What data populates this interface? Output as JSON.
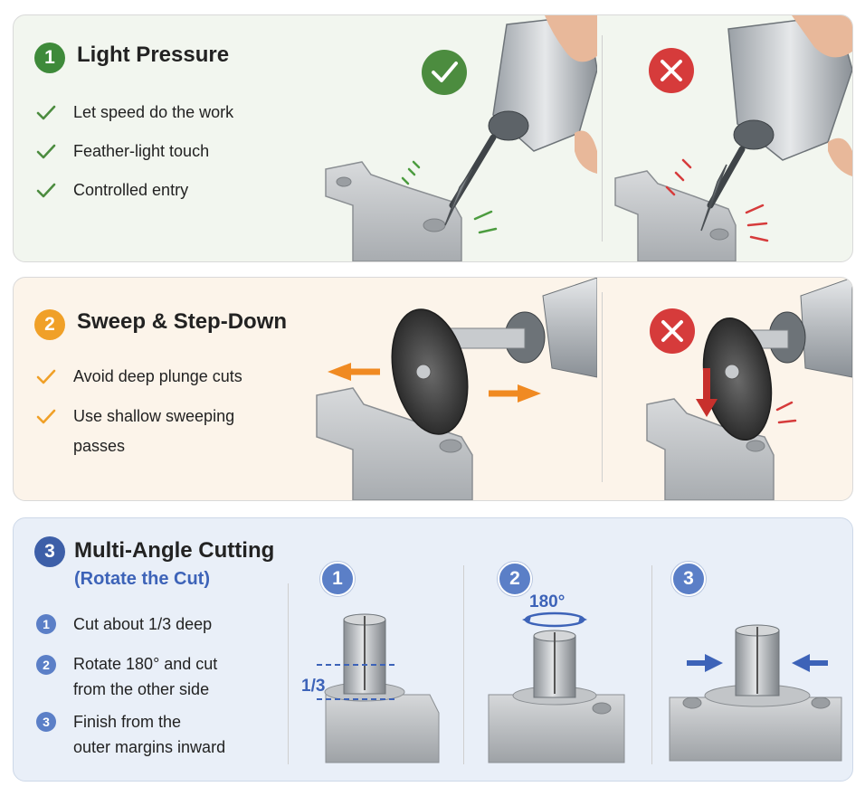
{
  "section1": {
    "number": "1",
    "title": "Light Pressure",
    "items": [
      "Let speed do the work",
      "Feather-light touch",
      "Controlled entry"
    ],
    "colors": {
      "accent": "#3e8a3a",
      "badge_good": "#4c8c3f",
      "badge_bad": "#d63b3b",
      "background": "#f2f6ef"
    },
    "icons": {
      "good": "check-icon",
      "bad": "x-icon"
    }
  },
  "section2": {
    "number": "2",
    "title": "Sweep & Step-Down",
    "items": [
      "Avoid deep plunge cuts",
      "Use shallow sweeping",
      "passes"
    ],
    "colors": {
      "accent": "#f0a028",
      "arrow": "#f08a22",
      "badge_bad": "#d63b3b",
      "background": "#fcf4ea"
    },
    "icons": {
      "bad": "x-icon"
    }
  },
  "section3": {
    "number": "3",
    "title": "Multi-Angle Cutting",
    "subtitle": "(Rotate the Cut)",
    "items": [
      {
        "number": "1",
        "lines": [
          "Cut about 1/3 deep"
        ]
      },
      {
        "number": "2",
        "lines": [
          "Rotate 180° and cut",
          "from the other side"
        ]
      },
      {
        "number": "3",
        "lines": [
          "Finish from the",
          "outer margins inward"
        ]
      }
    ],
    "steps": [
      {
        "number": "1",
        "label": "1/3"
      },
      {
        "number": "2",
        "label": "180°"
      },
      {
        "number": "3"
      }
    ],
    "colors": {
      "accent": "#3d5fa8",
      "step": "#5b7fc7",
      "label": "#3d63b8",
      "background": "#e9eff8"
    }
  }
}
